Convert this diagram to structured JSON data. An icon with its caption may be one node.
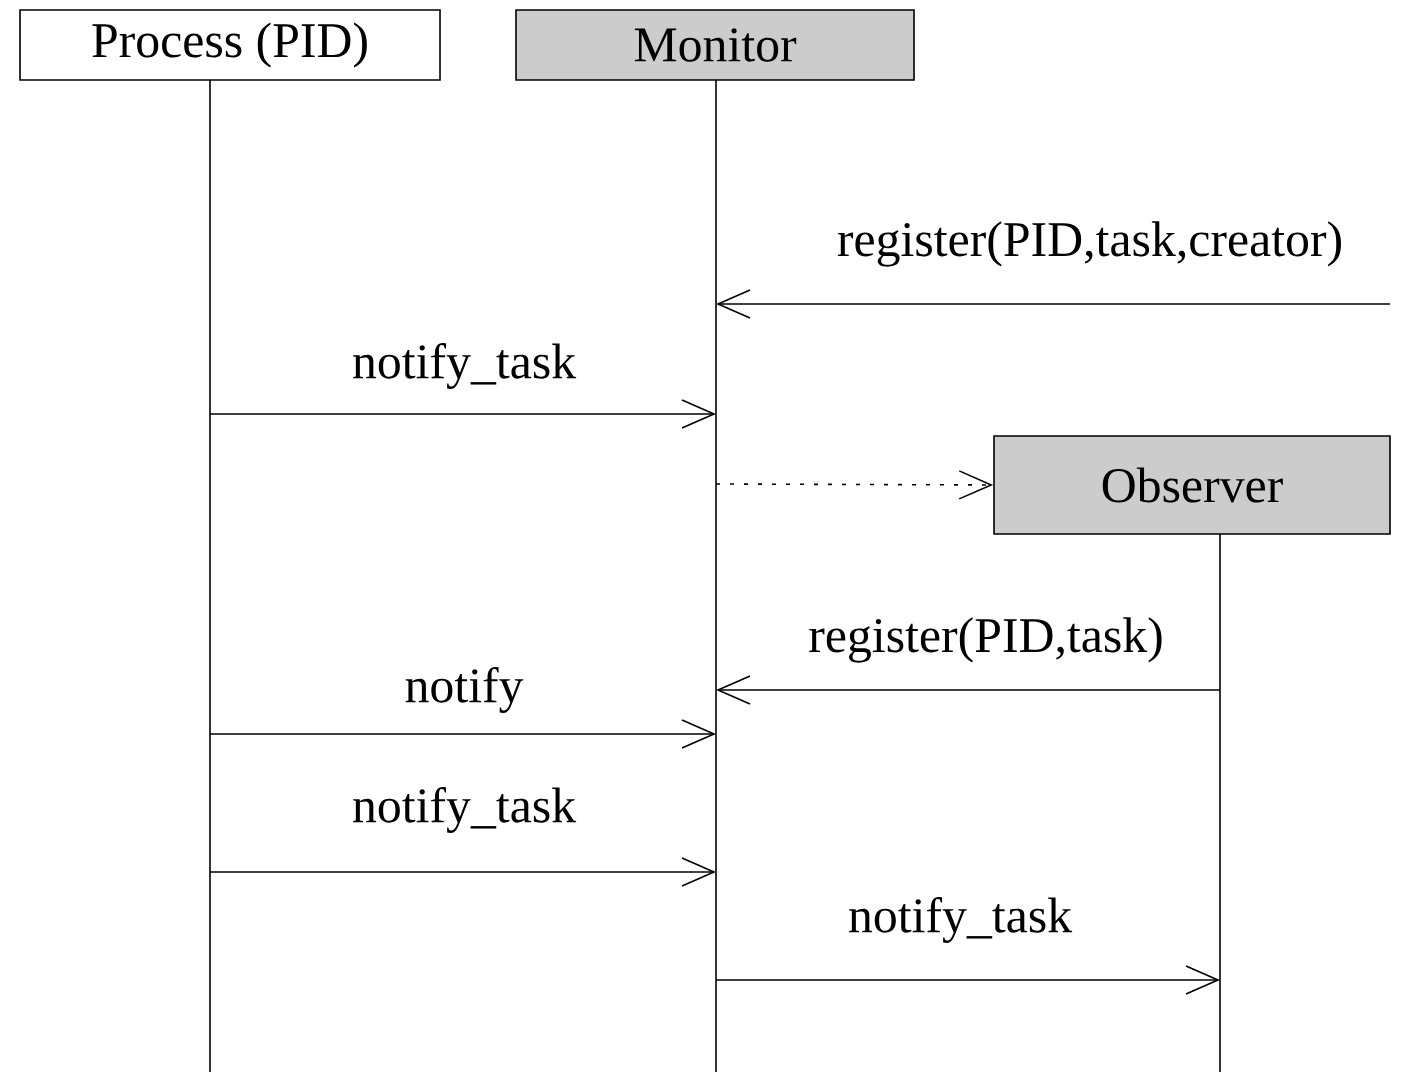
{
  "diagram": {
    "nodes": [
      {
        "text": [
          "Process (PID)"
        ]
      },
      {
        "text": [
          "Monitor"
        ]
      },
      {
        "text": [
          "Observer"
        ]
      }
    ],
    "edges": [
      {
        "from": null,
        "to": 1,
        "arrow": "to",
        "label": "register(PID,task,creator)"
      },
      {
        "from": 0,
        "to": 1,
        "arrow": "to",
        "label": "notify_task"
      },
      {
        "from": 1,
        "to": 2,
        "arrow": "to",
        "style": "dashed"
      },
      {
        "from": 2,
        "to": 1,
        "arrow": "to",
        "label": "register(PID,task)"
      },
      {
        "from": 0,
        "to": 1,
        "arrow": "to",
        "label": "notify"
      },
      {
        "from": 0,
        "to": 1,
        "arrow": "to",
        "label": "notify_task"
      },
      {
        "from": 1,
        "to": 2,
        "arrow": "to",
        "label": "notify_task"
      }
    ]
  }
}
